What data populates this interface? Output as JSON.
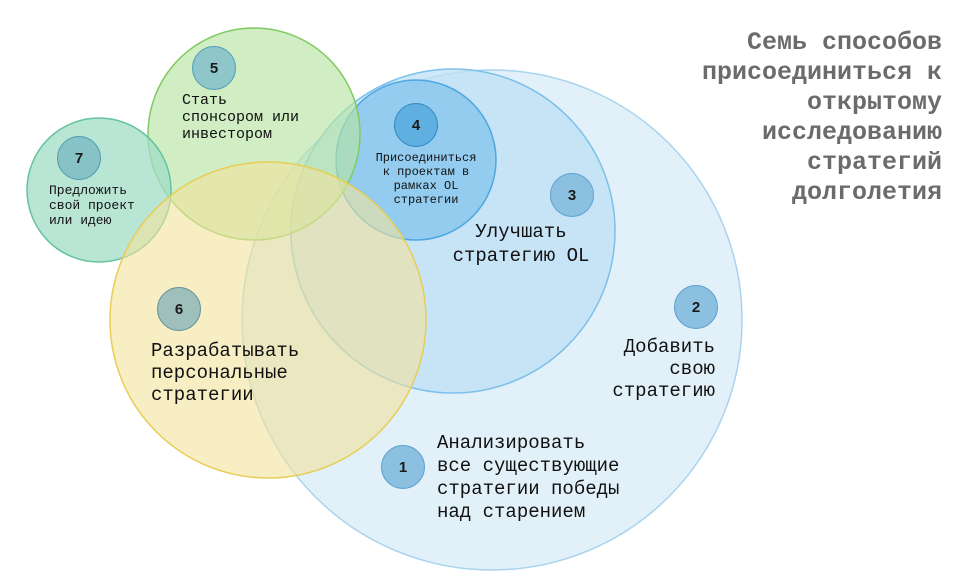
{
  "title": "Семь способов\nприсоединиться к\nоткрытому\nисследованию\nстратегий\nдолголетия",
  "colors": {
    "outer_blue": "#dff0fb",
    "mid_blue": "#c4e3f7",
    "inner_blue": "#8cc9ec",
    "green": "#b7e3a6",
    "teal": "#a4dcc9",
    "yellow": "#f3e3a0",
    "title_gray": "#6b6b6b"
  },
  "items": [
    {
      "number": "1",
      "label": "Анализировать\nвсе существующие\nстратегии победы\nнад старением"
    },
    {
      "number": "2",
      "label": "Добавить\nсвою\nстратегию"
    },
    {
      "number": "3",
      "label": "Улучшать\nстратегию OL"
    },
    {
      "number": "4",
      "label": "Присоединиться\nк проектам в\nрамках OL\nстратегии"
    },
    {
      "number": "5",
      "label": "Стать\nспонсором или\nинвестором"
    },
    {
      "number": "6",
      "label": "Разрабатывать\nперсональные\nстратегии"
    },
    {
      "number": "7",
      "label": "Предложить\nсвой проект\nили идею"
    }
  ]
}
